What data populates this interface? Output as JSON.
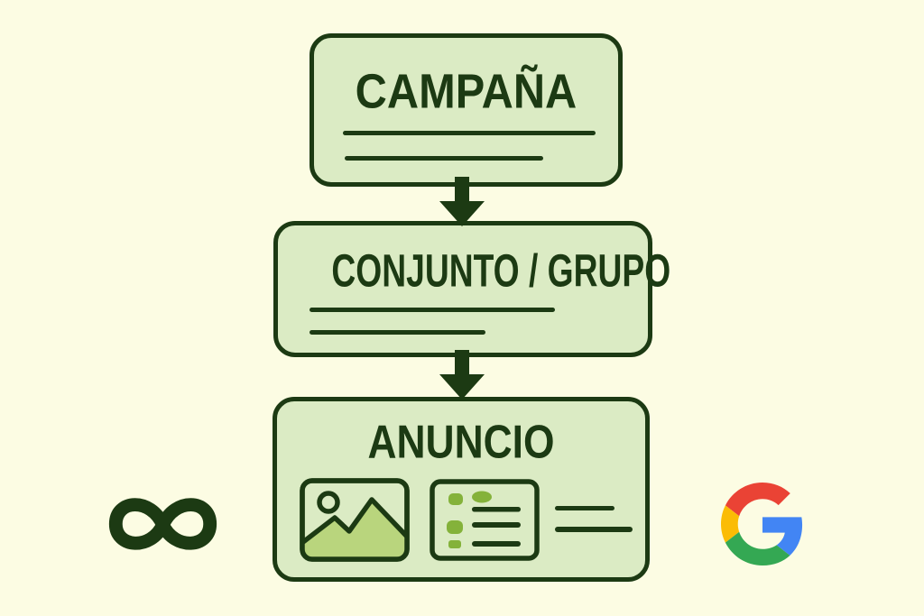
{
  "page": {
    "background": "#fcfce3",
    "description_of_content": "Ad account structure diagram for Meta and Google"
  },
  "colors": {
    "dark_green": "#1c3a13",
    "box_fill": "#dbebc4",
    "background": "#fcfce3",
    "accent_green": "#84b23a",
    "mountain_green": "#b9d57d",
    "google_red": "#EA4335",
    "google_blue": "#4285F4",
    "google_yellow": "#FBBC05",
    "google_green": "#34A853"
  },
  "hierarchy": {
    "levels": [
      {
        "title": "CAMPAÑA"
      },
      {
        "title": "CONJUNTO / GRUPO"
      },
      {
        "title": "ANUNCIO"
      }
    ]
  },
  "icons": {
    "arrow": "arrow-down",
    "image_placeholder": "picture-with-mountains-and-sun",
    "list_placeholder": "bulleted-list-card",
    "meta": "meta-infinity-logo",
    "google": "google-g-logo"
  }
}
